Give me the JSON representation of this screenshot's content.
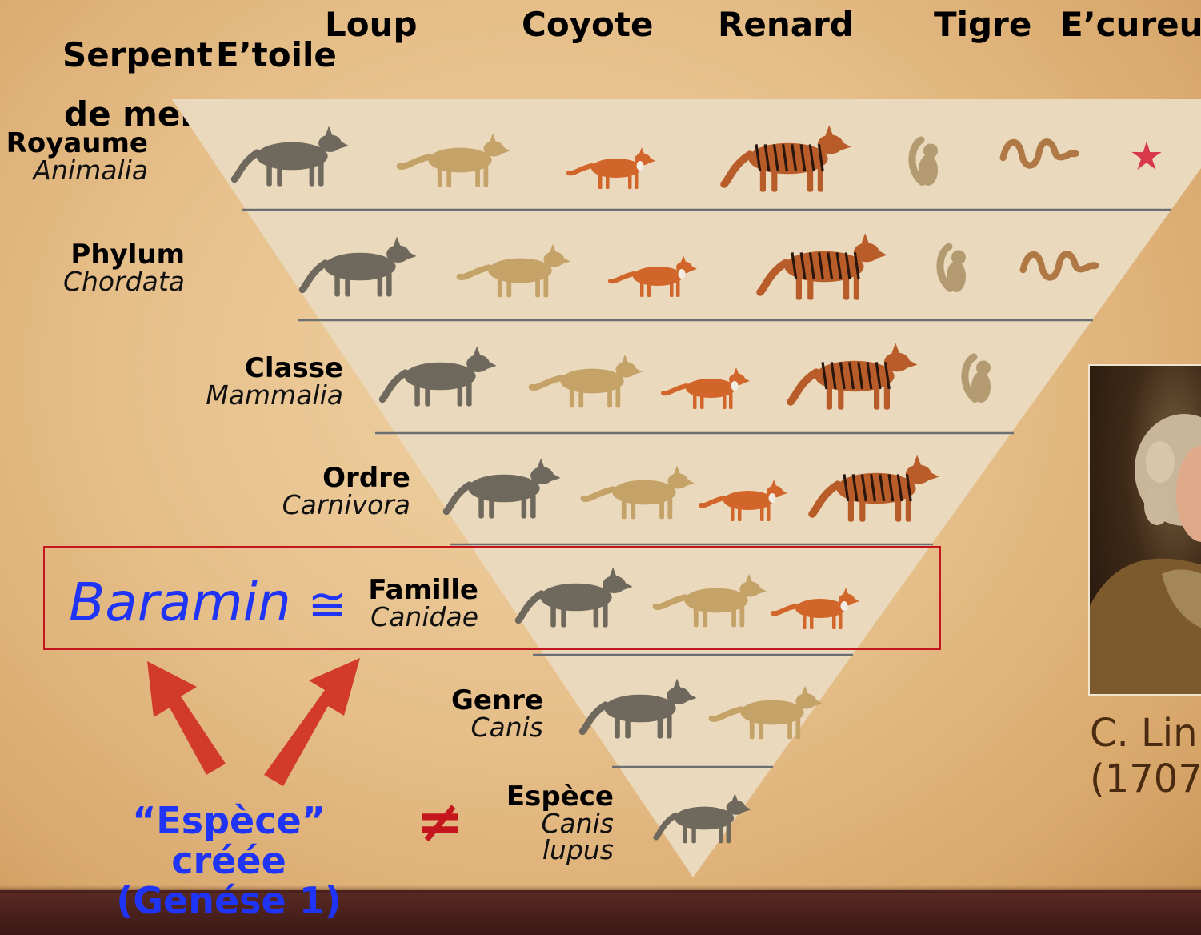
{
  "top_labels": {
    "loup": "Loup",
    "coyote": "Coyote",
    "renard": "Renard",
    "tigre": "Tigre",
    "ecureuil": "E’cureuil",
    "serpent": "Serpent",
    "etoile": "E’toile",
    "de_mer": "de mer"
  },
  "ranks": [
    {
      "name": "Royaume",
      "sci": "Animalia"
    },
    {
      "name": "Phylum",
      "sci": "Chordata"
    },
    {
      "name": "Classe",
      "sci": "Mammalia"
    },
    {
      "name": "Ordre",
      "sci": "Carnivora"
    },
    {
      "name": "Famille",
      "sci": "Canidae"
    },
    {
      "name": "Genre",
      "sci": "Canis"
    },
    {
      "name": "Espèce",
      "sci": "Canis",
      "sci2": "lupus"
    }
  ],
  "baramin": {
    "label": "Baramin",
    "symbol": "≅"
  },
  "created_species": {
    "line1": "“Espèce”",
    "line2": "créée",
    "line3": "(Genése 1)"
  },
  "not_equal": "≠",
  "portrait": {
    "name": "C. Lin",
    "dates": "(1707"
  },
  "colors": {
    "wolf": "#6f685c",
    "coyote": "#c4a268",
    "fox": "#d2662a",
    "tiger": "#b85d2a",
    "squirrel": "#b39a70",
    "snake": "#b07845",
    "starfish": "#d8384a",
    "blue_text": "#1f34f5",
    "red": "#c4161c"
  }
}
